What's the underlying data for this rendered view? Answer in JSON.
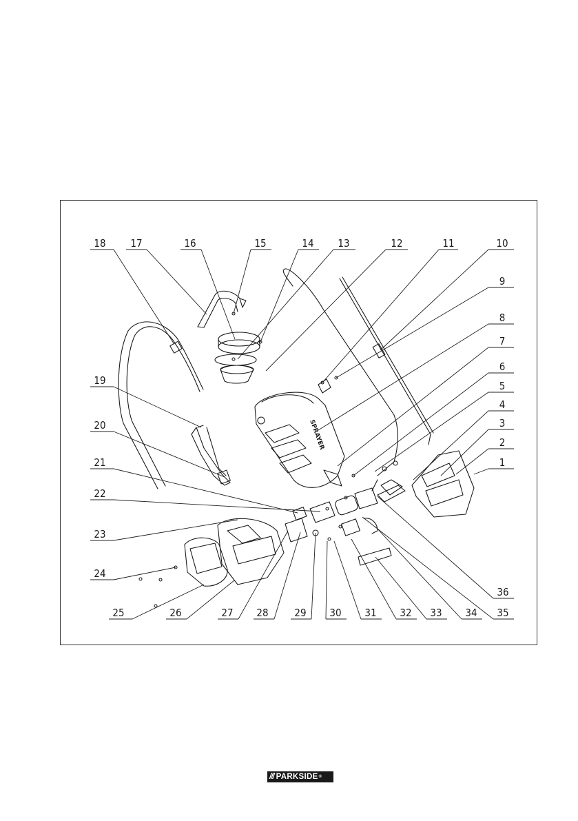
{
  "diagram": {
    "type": "exploded-parts-view",
    "callouts": [
      "1",
      "2",
      "3",
      "4",
      "5",
      "6",
      "7",
      "8",
      "9",
      "10",
      "11",
      "12",
      "13",
      "14",
      "15",
      "16",
      "17",
      "18",
      "19",
      "20",
      "21",
      "22",
      "23",
      "24",
      "25",
      "26",
      "27",
      "28",
      "29",
      "30",
      "31",
      "32",
      "33",
      "34",
      "35",
      "36"
    ],
    "tank_label": "SPRAYER"
  },
  "brand": {
    "name": "PARKSIDE",
    "mark": "///",
    "registered": "®"
  }
}
